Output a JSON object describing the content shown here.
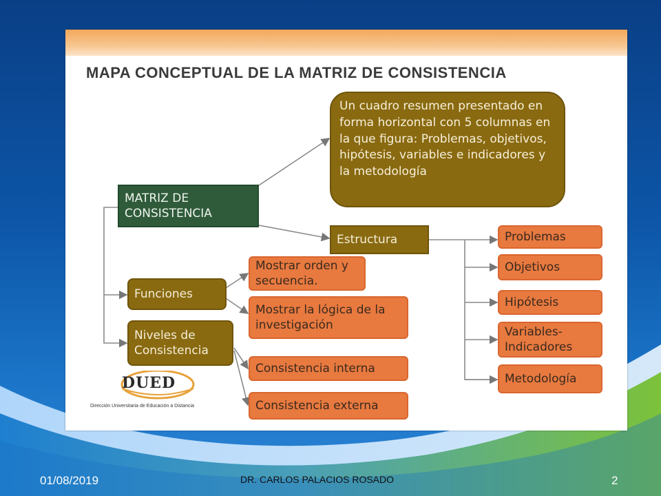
{
  "slide": {
    "title": "MAPA CONCEPTUAL DE LA MATRIZ DE CONSISTENCIA",
    "date": "01/08/2019",
    "author": "DR. CARLOS PALACIOS ROSADO",
    "page_number": "2"
  },
  "diagram": {
    "root": "MATRIZ DE CONSISTENCIA",
    "summary": "Un cuadro resumen presentado en forma horizontal con 5 columnas en la que figura: Problemas, objetivos, hipótesis, variables e indicadores y la metodología",
    "estructura": {
      "label": "Estructura",
      "items": [
        "Problemas",
        "Objetivos",
        "Hipótesis",
        "Variables-Indicadores",
        "Metodología"
      ]
    },
    "funciones": {
      "label": "Funciones",
      "items": [
        "Mostrar orden y secuencia.",
        "Mostrar la lógica de la investigación"
      ]
    },
    "niveles": {
      "label": "Niveles de Consistencia",
      "items": [
        "Consistencia interna",
        "Consistencia externa"
      ]
    }
  },
  "logo": {
    "name": "DUED",
    "subtitle": "Dirección Universitaria de Educación a Distancia"
  },
  "colors": {
    "olive": "#8a6a10",
    "dark_green": "#2f5b3a",
    "orange": "#e8793f",
    "background_blue": "#0d56a8",
    "background_green": "#6db33f"
  }
}
